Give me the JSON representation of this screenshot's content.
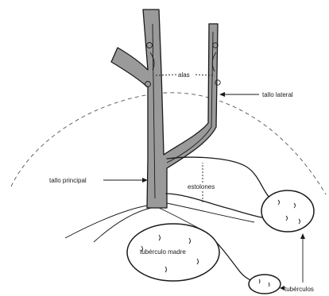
{
  "labels": {
    "alas": "alas",
    "tallo_lateral": "tallo lateral",
    "tallo_principal": "tallo principal",
    "estolones": "estolones",
    "tuberculo_madre": "tubérculo madre",
    "tuberculos": "tubérculos"
  }
}
